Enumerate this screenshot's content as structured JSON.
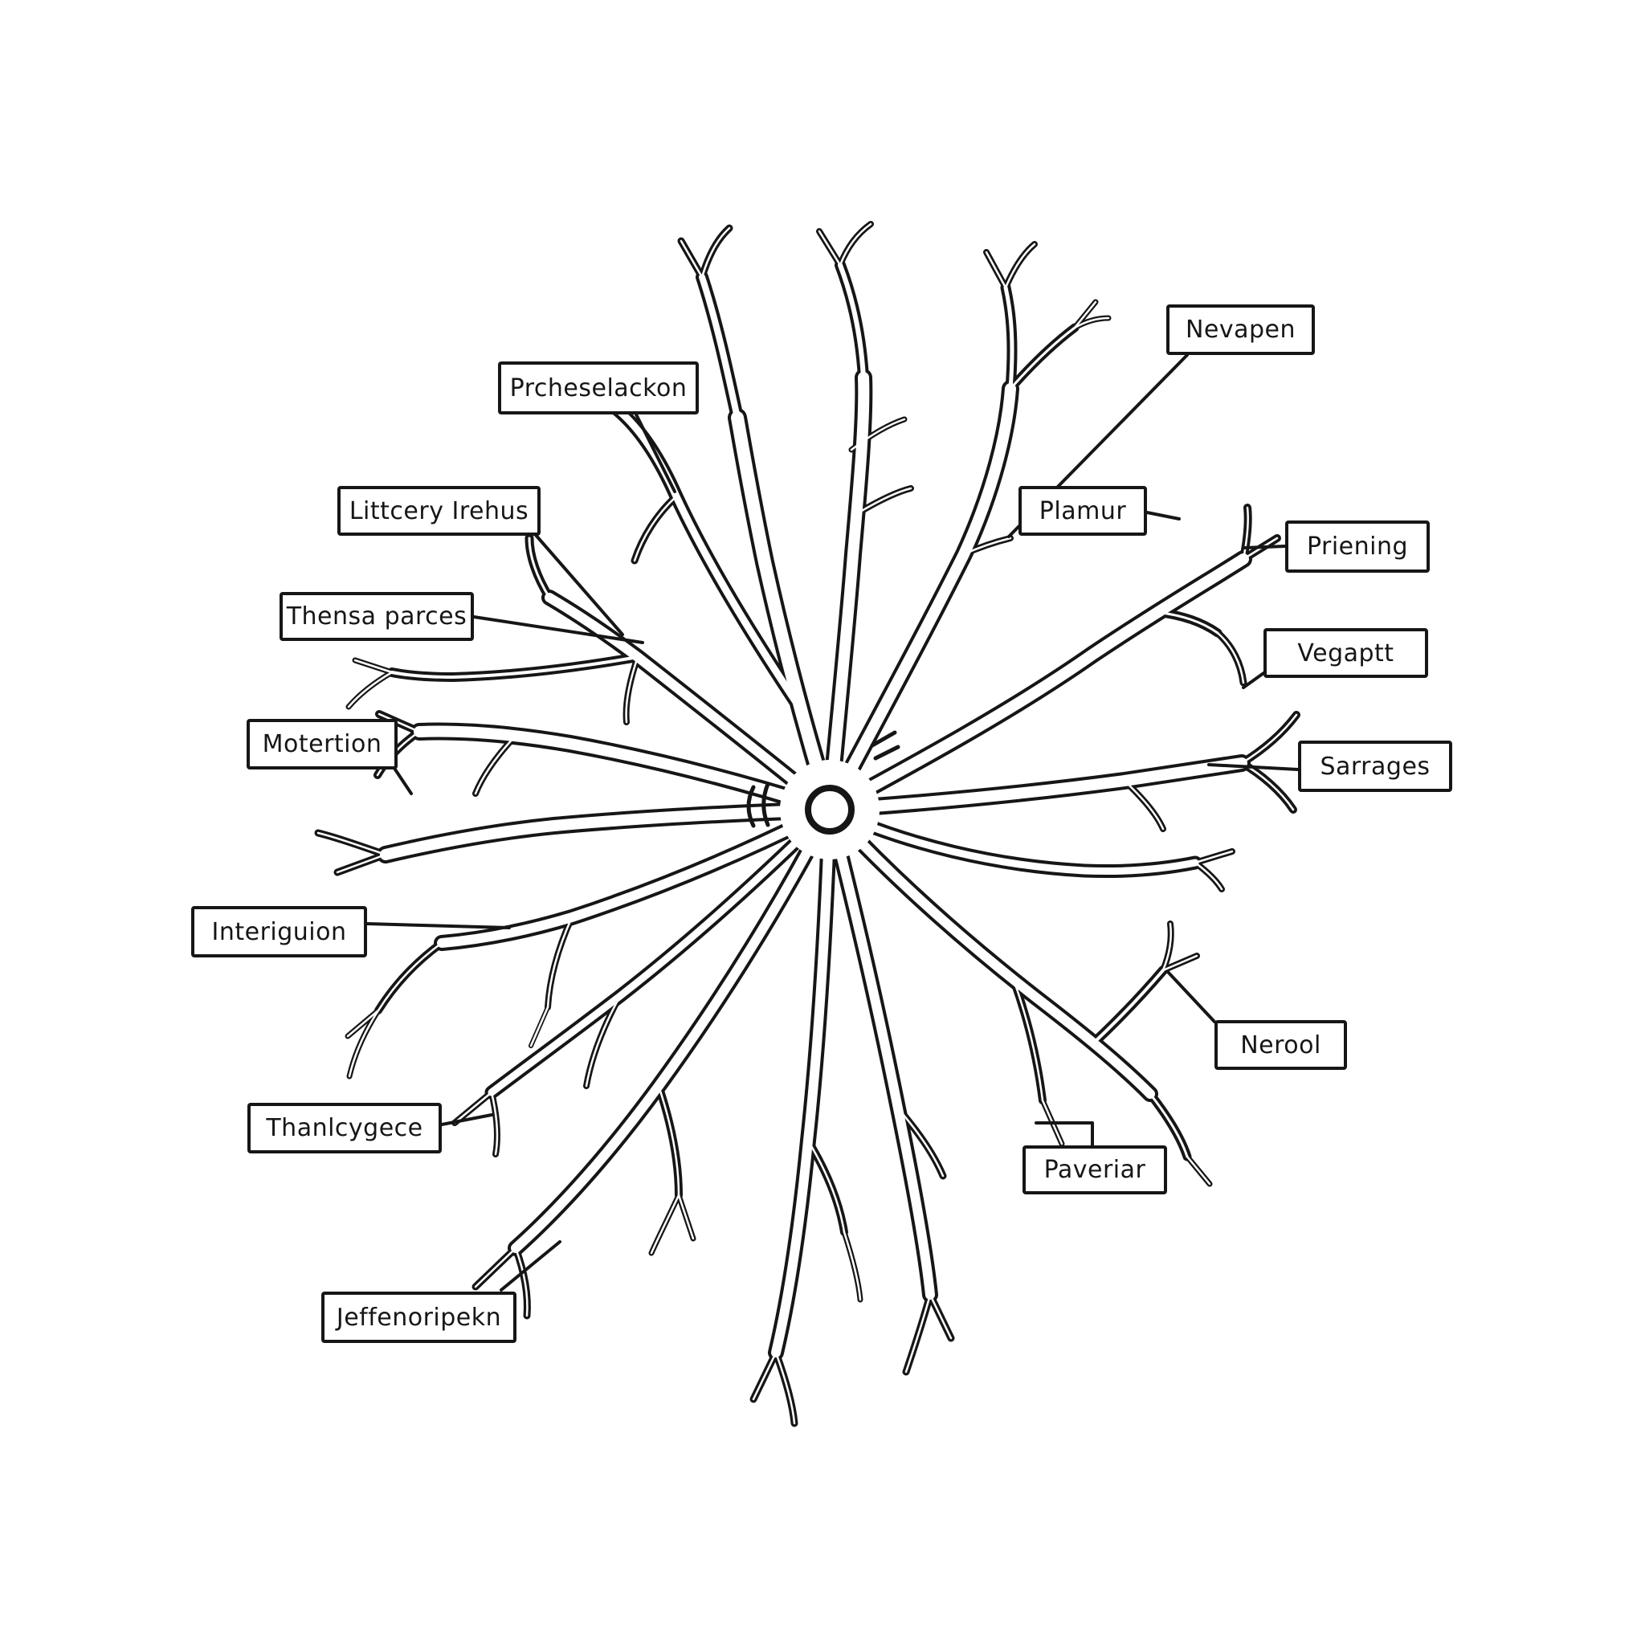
{
  "figure": {
    "background_color": "#ffffff",
    "ink_color": "#161616",
    "center_mark": "small-circle-nucleus"
  },
  "labels": [
    {
      "text": "Prcheselackon"
    },
    {
      "text": "Littcery Irehus"
    },
    {
      "text": "Thensa parces"
    },
    {
      "text": "Motertion"
    },
    {
      "text": "Interiguion"
    },
    {
      "text": "Thanlcygece"
    },
    {
      "text": "Jeffenoripekn"
    },
    {
      "text": "Nevapen"
    },
    {
      "text": "Plamur"
    },
    {
      "text": "Priening"
    },
    {
      "text": "Vegaptt"
    },
    {
      "text": "Sarrages"
    },
    {
      "text": "Nerool"
    },
    {
      "text": "Paveriar"
    }
  ]
}
